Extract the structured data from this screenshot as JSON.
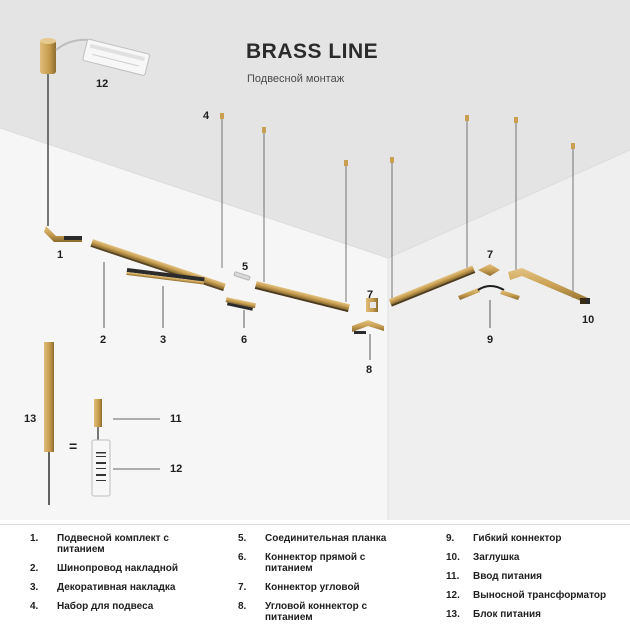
{
  "header": {
    "title": "BRASS LINE",
    "subtitle": "Подвесной монтаж"
  },
  "callouts": {
    "c1": "1",
    "c2": "2",
    "c3": "3",
    "c4": "4",
    "c5": "5",
    "c6": "6",
    "c7a": "7",
    "c7b": "7",
    "c8": "8",
    "c9": "9",
    "c10": "10",
    "c11": "11",
    "c12a": "12",
    "c12b": "12",
    "c13": "13",
    "equals": "="
  },
  "legend": {
    "col1": [
      {
        "num": "1.",
        "text": "Подвесной комплект с питанием"
      },
      {
        "num": "2.",
        "text": "Шинопровод накладной"
      },
      {
        "num": "3.",
        "text": "Декоративная накладка"
      },
      {
        "num": "4.",
        "text": "Набор для подвеса"
      }
    ],
    "col2": [
      {
        "num": "5.",
        "text": "Соединительная планка"
      },
      {
        "num": "6.",
        "text": "Коннектор прямой с питанием"
      },
      {
        "num": "7.",
        "text": "Коннектор угловой"
      },
      {
        "num": "8.",
        "text": "Угловой коннектор с питанием"
      }
    ],
    "col3": [
      {
        "num": "9.",
        "text": "Гибкий коннектор"
      },
      {
        "num": "10.",
        "text": "Заглушка"
      },
      {
        "num": "11.",
        "text": "Ввод питания"
      },
      {
        "num": "12.",
        "text": "Выносной трансформатор"
      },
      {
        "num": "13.",
        "text": "Блок питания"
      }
    ]
  },
  "colors": {
    "brass": "#c9a052",
    "brass_dark": "#8a6a2e",
    "ceiling": "#e4e4e4",
    "wall_left": "#f5f5f5",
    "wall_right": "#eeeeee",
    "text": "#1e1e1e"
  }
}
